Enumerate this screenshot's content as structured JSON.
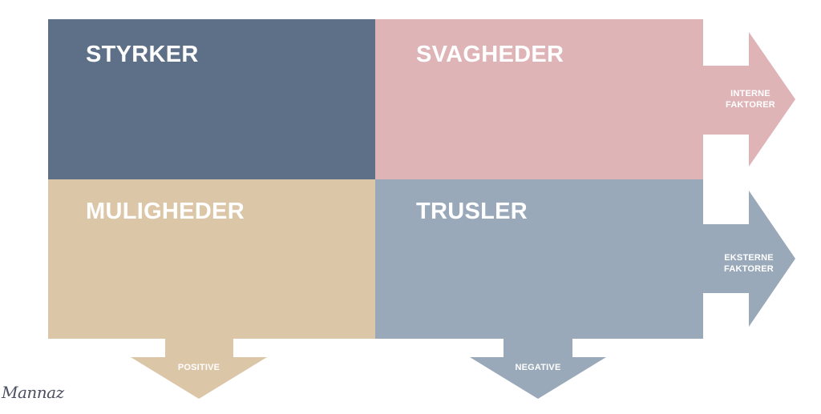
{
  "quadrants": {
    "styrker": {
      "label": "STYRKER",
      "color": "#5d7088"
    },
    "svagheder": {
      "label": "SVAGHEDER",
      "color": "#deb4b7"
    },
    "muligheder": {
      "label": "MULIGHEDER",
      "color": "#dcc6a8"
    },
    "trusler": {
      "label": "TRUSLER",
      "color": "#99a9b9"
    }
  },
  "arrows": {
    "interne": {
      "line1": "INTERNE",
      "line2": "FAKTORER"
    },
    "eksterne": {
      "line1": "EKSTERNE",
      "line2": "FAKTORER"
    },
    "positive": {
      "label": "POSITIVE"
    },
    "negative": {
      "label": "NEGATIVE"
    }
  },
  "signature": {
    "text": "Mannaz"
  }
}
